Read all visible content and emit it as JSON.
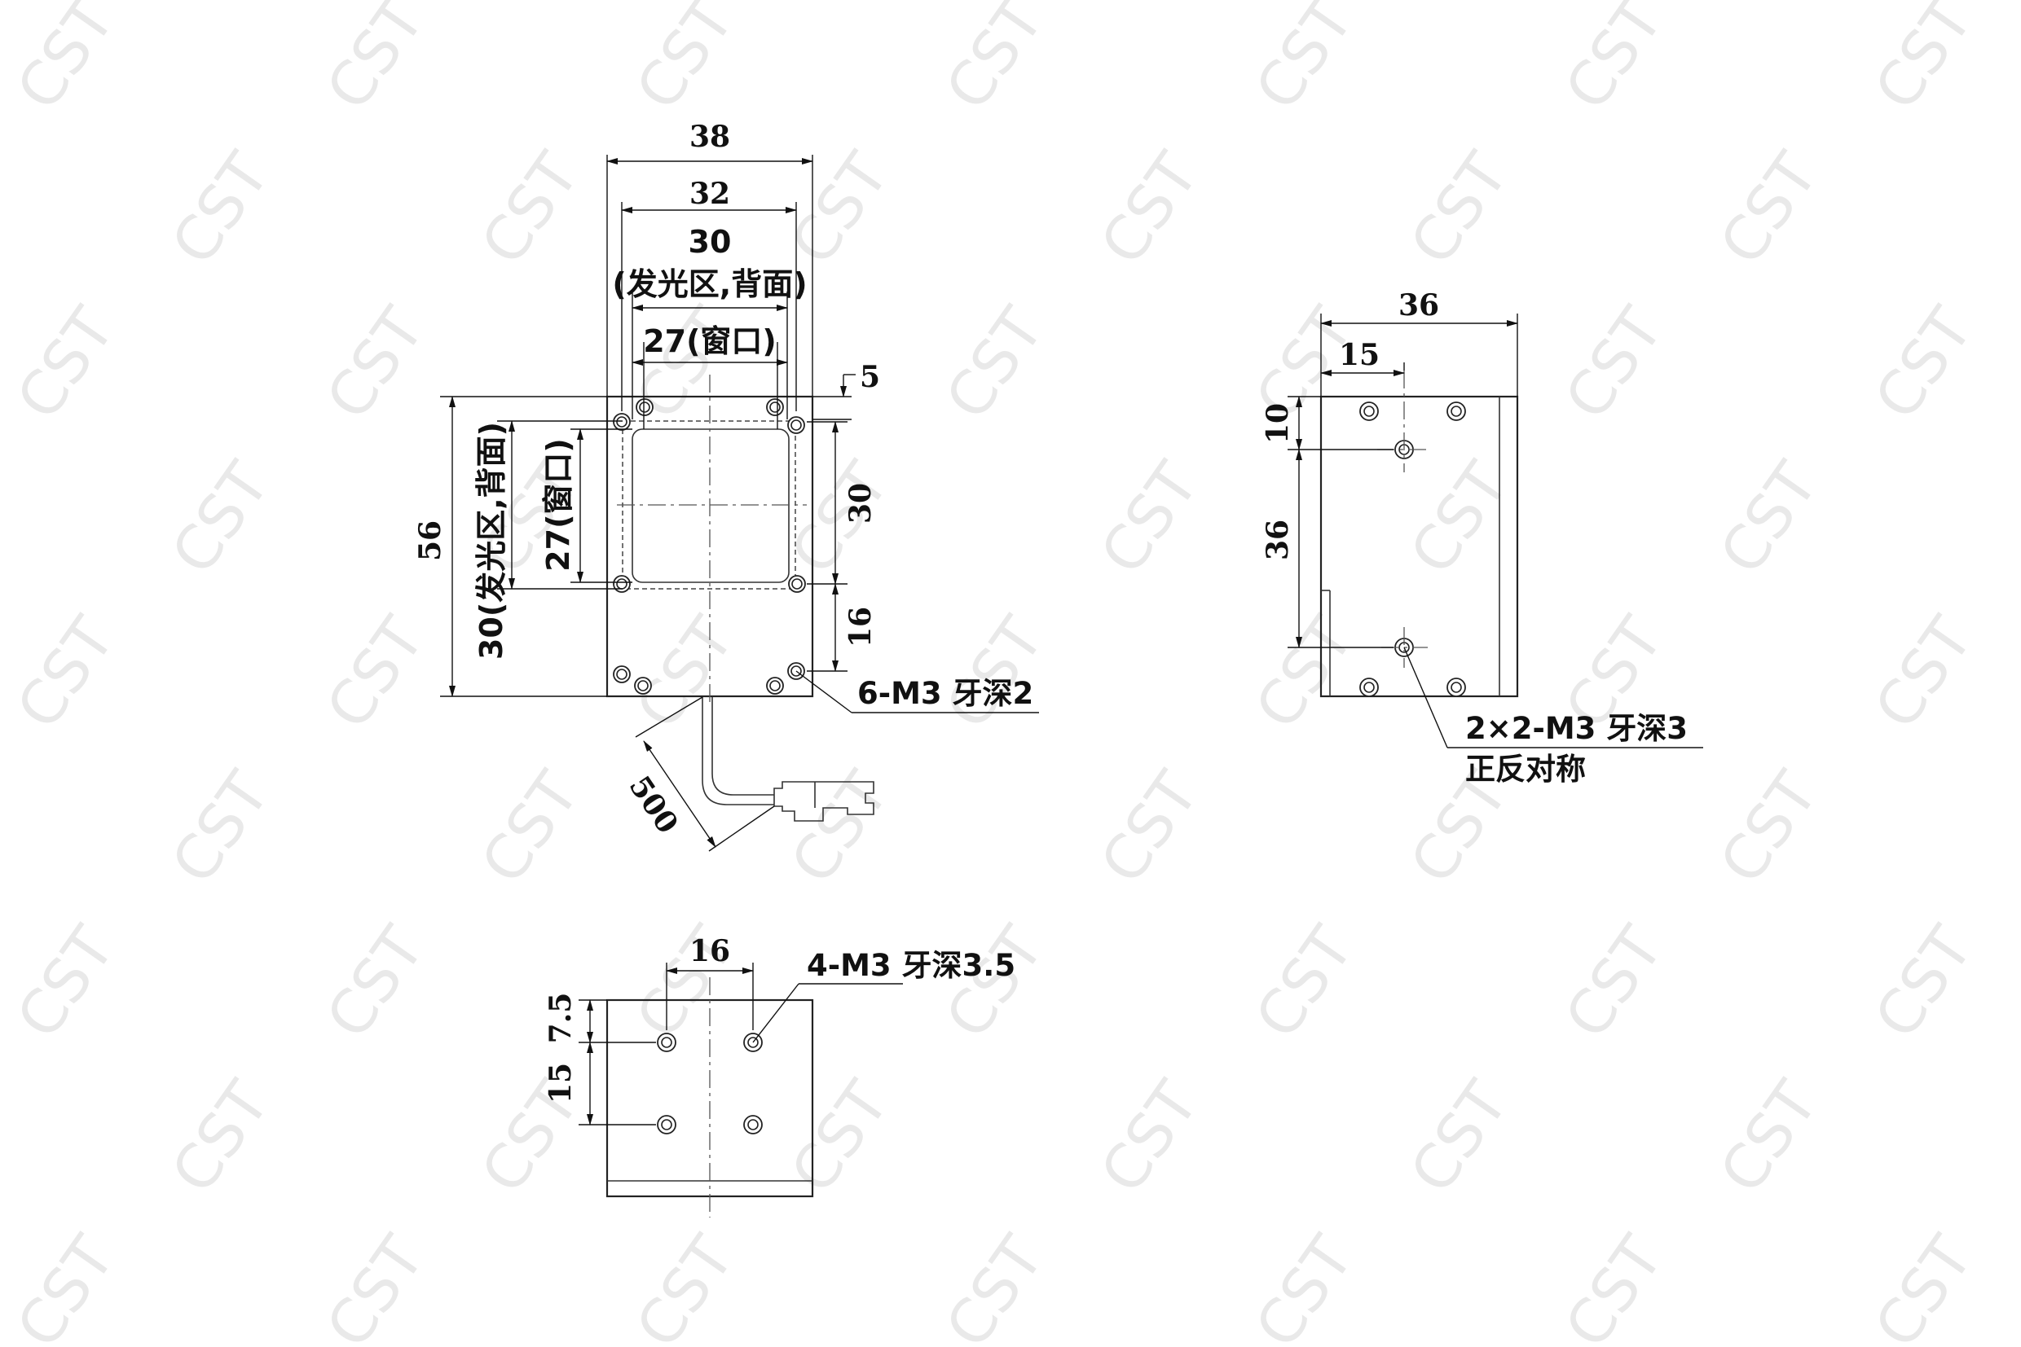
{
  "watermark": "CST",
  "front_view": {
    "dim_overall_width": "38",
    "dim_hole_spacing": "32",
    "dim_emitting_width": "30",
    "dim_emitting_note": "(发光区,背面)",
    "dim_window_width": "27(窗口)",
    "dim_top_offset": "5",
    "dim_overall_height": "56",
    "dim_emitting_height": "30(发光区,背面)",
    "dim_window_height": "27(窗口)",
    "dim_hole_vertical_30": "30",
    "dim_hole_vertical_16": "16",
    "dim_cable_length": "500",
    "callout_holes": "6-M3 牙深2"
  },
  "side_view": {
    "dim_width": "36",
    "dim_hole_offset": "15",
    "dim_top_offset": "10",
    "dim_hole_spacing": "36",
    "callout_line1": "2×2-M3 牙深3",
    "callout_line2": "正反对称"
  },
  "bottom_view": {
    "dim_hole_spacing_h": "16",
    "dim_top_offset": "7.5",
    "dim_hole_spacing_v": "15",
    "callout_holes": "4-M3 牙深3.5"
  }
}
